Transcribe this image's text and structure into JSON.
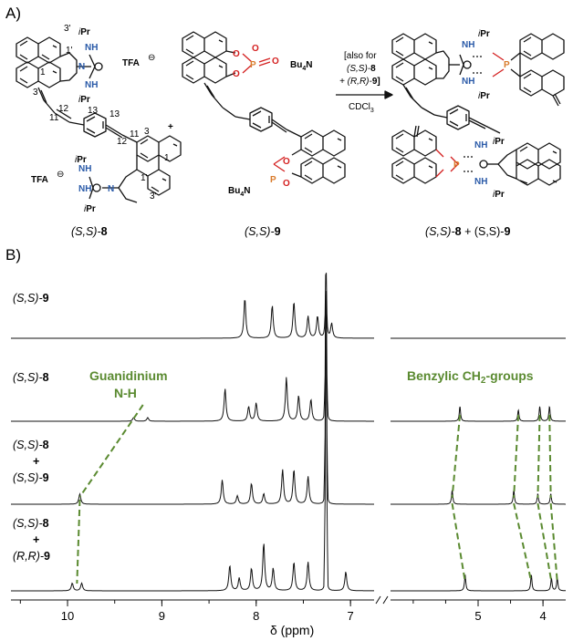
{
  "panelA": {
    "label": "A)",
    "tfa": "TFA",
    "ipr": "iPr",
    "iprItalic": "i",
    "iprRest": "Pr",
    "nh": "NH",
    "n": "N",
    "o": "O",
    "p": "P",
    "bu4n": "Bu",
    "bu4nSub": "4",
    "bu4nN": "N",
    "plus": "+",
    "arrowText": {
      "line1": "[also for",
      "line2a": "(S,S)-",
      "line2b": "8",
      "line3a": "+ (R,R)-",
      "line3b": "9",
      "line3c": "]",
      "line4": "CDCl",
      "line4sub": "3"
    },
    "captions": {
      "comp8": {
        "pre": "(S,S)-",
        "num": "8"
      },
      "comp9": {
        "pre": "(S,S)-",
        "num": "9"
      },
      "product": {
        "pre1": "(S,S)-",
        "num1": "8",
        "mid": " + (S,S)-",
        "num2": "9"
      }
    },
    "atomNumbers": [
      "3'",
      "1'",
      "1",
      "3",
      "11",
      "12",
      "13",
      "13",
      "12",
      "11",
      "3",
      "1",
      "1'",
      "3'"
    ]
  },
  "panelB": {
    "label": "B)",
    "traces": [
      {
        "pre": "(S,S)-",
        "num": "9"
      },
      {
        "pre": "(S,S)-",
        "num": "8"
      },
      {
        "pre": "(S,S)-",
        "num": "8",
        "plus": "+",
        "pre2": "(S,S)-",
        "num2": "9"
      },
      {
        "pre": "(S,S)-",
        "num": "8",
        "plus": "+",
        "pre2": "(R,R)-",
        "num2": "9"
      }
    ],
    "annotation1": {
      "line1": "Guanidinium",
      "line2": "N-H"
    },
    "annotation2": {
      "text": "Benzylic CH",
      "sub": "2",
      "rest": "-groups"
    },
    "colors": {
      "annotation": "#5a8a30",
      "phosphorus": "#d97a2a",
      "oxygen": "#d42020",
      "nitrogen": "#2a5aa8"
    }
  },
  "chart_data": {
    "type": "line",
    "xlabel": "δ (ppm)",
    "ticks": [
      "10",
      "9",
      "8",
      "7",
      "5",
      "4"
    ],
    "axis_break": true,
    "segments": [
      [
        10.6,
        6.75
      ],
      [
        6.35,
        3.65
      ]
    ],
    "series": [
      {
        "name": "(S,S)-9",
        "peaks": [
          [
            8.12,
            0.55
          ],
          [
            7.83,
            0.45
          ],
          [
            7.6,
            0.5
          ],
          [
            7.45,
            0.3
          ],
          [
            7.35,
            0.3
          ],
          [
            7.26,
            1.0
          ],
          [
            7.2,
            0.2
          ]
        ]
      },
      {
        "name": "(S,S)-8",
        "peaks": [
          [
            9.3,
            0.05
          ],
          [
            9.15,
            0.05
          ],
          [
            8.33,
            0.45
          ],
          [
            8.08,
            0.2
          ],
          [
            8.0,
            0.25
          ],
          [
            7.68,
            0.6
          ],
          [
            7.55,
            0.35
          ],
          [
            7.42,
            0.3
          ],
          [
            7.26,
            1.0
          ],
          [
            5.28,
            0.2
          ],
          [
            4.38,
            0.15
          ],
          [
            4.05,
            0.2
          ],
          [
            3.9,
            0.2
          ]
        ]
      },
      {
        "name": "(S,S)-8 + (S,S)-9",
        "peaks": [
          [
            9.87,
            0.15
          ],
          [
            8.36,
            0.35
          ],
          [
            8.2,
            0.12
          ],
          [
            8.05,
            0.3
          ],
          [
            7.92,
            0.15
          ],
          [
            7.72,
            0.5
          ],
          [
            7.6,
            0.5
          ],
          [
            7.45,
            0.4
          ],
          [
            7.26,
            1.0
          ],
          [
            5.4,
            0.2
          ],
          [
            4.45,
            0.2
          ],
          [
            4.08,
            0.15
          ],
          [
            3.88,
            0.15
          ]
        ]
      },
      {
        "name": "(S,S)-8 + (R,R)-9",
        "peaks": [
          [
            9.95,
            0.12
          ],
          [
            9.85,
            0.12
          ],
          [
            8.28,
            0.4
          ],
          [
            8.18,
            0.2
          ],
          [
            8.05,
            0.35
          ],
          [
            7.92,
            0.75
          ],
          [
            7.82,
            0.35
          ],
          [
            7.6,
            0.45
          ],
          [
            7.45,
            0.45
          ],
          [
            7.26,
            1.0
          ],
          [
            7.05,
            0.3
          ],
          [
            5.2,
            0.25
          ],
          [
            4.18,
            0.25
          ],
          [
            3.87,
            0.2
          ],
          [
            3.78,
            0.2
          ]
        ]
      }
    ]
  }
}
